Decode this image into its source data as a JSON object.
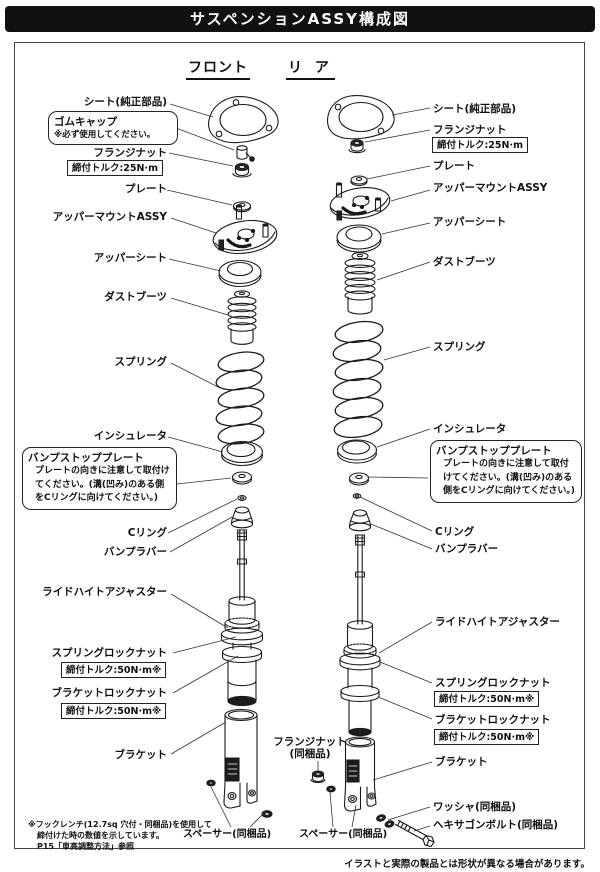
{
  "title": "サスペンションASSY構成図",
  "headers": {
    "front": "フロント",
    "rear": "リ ア"
  },
  "front": {
    "sheet": "シート(純正部品)",
    "rubber_cap_title": "ゴムキャップ",
    "rubber_cap_note": "※必ず使用してください。",
    "flange_nut": "フランジナット",
    "torque_flange": "締付トルク:25N·m",
    "plate": "プレート",
    "upper_mount": "アッパーマウントASSY",
    "upper_seat": "アッパーシート",
    "dust_boots": "ダストブーツ",
    "spring": "スプリング",
    "insulator": "インシュレータ",
    "bump_stop_title": "バンプストッププレート",
    "bump_stop_note": "プレートの向きに注意して取付けてください。(溝(凹み)のある側をCリングに向けてください。)",
    "c_ring": "Cリング",
    "bump_rubber": "バンプラバー",
    "ride_height_adjuster": "ライドハイトアジャスター",
    "spring_lock_nut": "スプリングロックナット",
    "torque_spring_lock": "締付トルク:50N·m※",
    "bracket_lock_nut": "ブラケットロックナット",
    "torque_bracket_lock": "締付トルク:50N·m※",
    "bracket": "ブラケット",
    "spacer": "スペーサー(同梱品)"
  },
  "rear": {
    "sheet": "シート(純正部品)",
    "flange_nut": "フランジナット",
    "torque_flange": "締付トルク:25N·m",
    "plate": "プレート",
    "upper_mount": "アッパーマウントASSY",
    "upper_seat": "アッパーシート",
    "dust_boots": "ダストブーツ",
    "spring": "スプリング",
    "insulator": "インシュレータ",
    "bump_stop_title": "バンプストッププレート",
    "bump_stop_note": "プレートの向きに注意して取付けてください。(溝(凹み)のある側をCリングに向けてください。)",
    "c_ring": "Cリング",
    "bump_rubber": "バンプラバー",
    "ride_height_adjuster": "ライドハイトアジャスター",
    "spring_lock_nut": "スプリングロックナット",
    "torque_spring_lock": "締付トルク:50N·m※",
    "bracket_lock_nut": "ブラケットロックナット",
    "torque_bracket_lock": "締付トルク:50N·m※",
    "bracket": "ブラケット",
    "flange_nut_included_line1": "フランジナット",
    "flange_nut_included_line2": "(同梱品)",
    "washer": "ワッシャ(同梱品)",
    "hex_bolt": "ヘキサゴンボルト(同梱品)",
    "spacer": "スペーサー(同梱品)"
  },
  "footnote": {
    "line1": "※フックレンチ(12.7sq 穴付・同梱品)を使用して",
    "line2": "締付けた時の数値を示しています。",
    "line3": "P15「車高調整方法」参照"
  },
  "bottom_note": "イラストと実際の製品とは形状が異なる場合があります。",
  "colors": {
    "title_bg": "#111111",
    "line": "#1a1a1a",
    "leader": "#333333"
  }
}
